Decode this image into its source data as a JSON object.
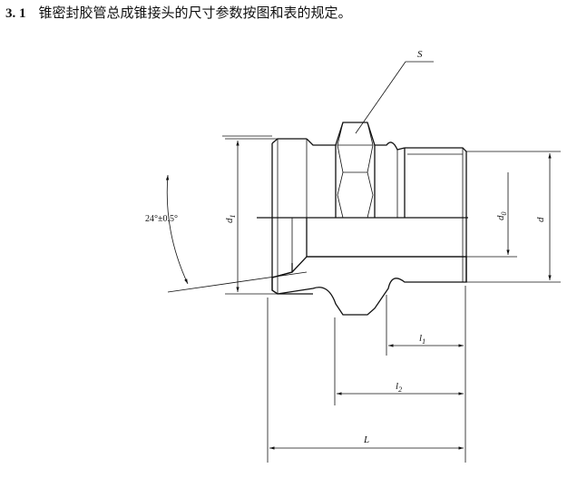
{
  "heading": {
    "number": "3. 1",
    "text": "锥密封胶管总成锥接头的尺寸参数按图和表的规定。"
  },
  "labels": {
    "s": "S",
    "angle": "24°±0.5°",
    "d1_base": "d",
    "d1_sub": "1",
    "d0_base": "d",
    "d0_sub": "0",
    "d": "d",
    "l1_base": "l",
    "l1_sub": "1",
    "l2_base": "l",
    "l2_sub": "2",
    "L": "L"
  }
}
